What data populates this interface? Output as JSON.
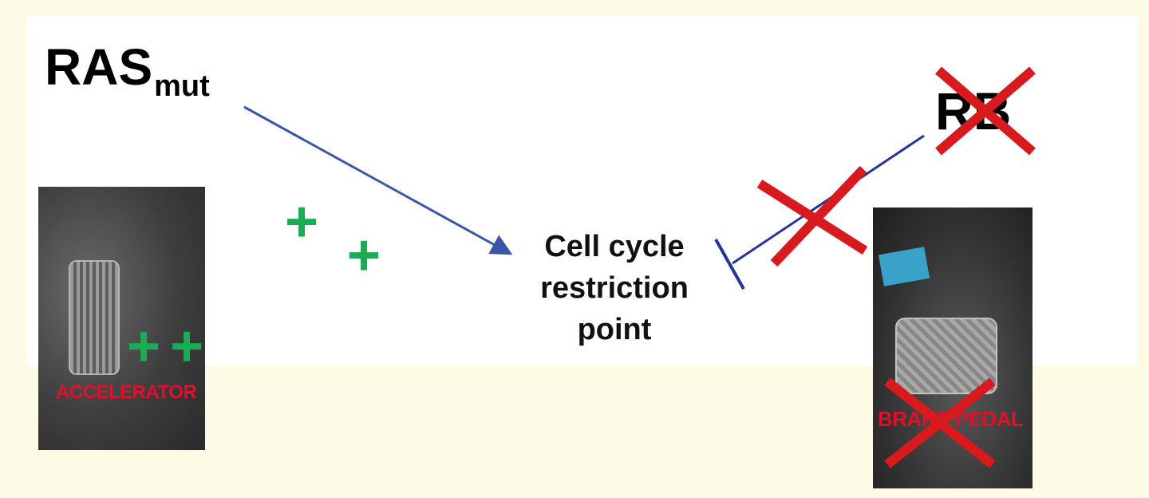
{
  "labels": {
    "ras_main": "RAS",
    "ras_sub": "mut",
    "rb": "RB",
    "cell_cycle": [
      "Cell cycle",
      "restriction",
      "point"
    ],
    "plus_sign": "+",
    "accelerator": "ACCELERATOR",
    "brake_pedal": "BRAKE PEDAL"
  },
  "colors": {
    "background": "#fdfae6",
    "panel": "#ffffff",
    "arrow": "#3a56a8",
    "inhibitor": "#23349a",
    "plus": "#1aab55",
    "cross": "#d8191e",
    "photo_text": "#e0102a"
  }
}
